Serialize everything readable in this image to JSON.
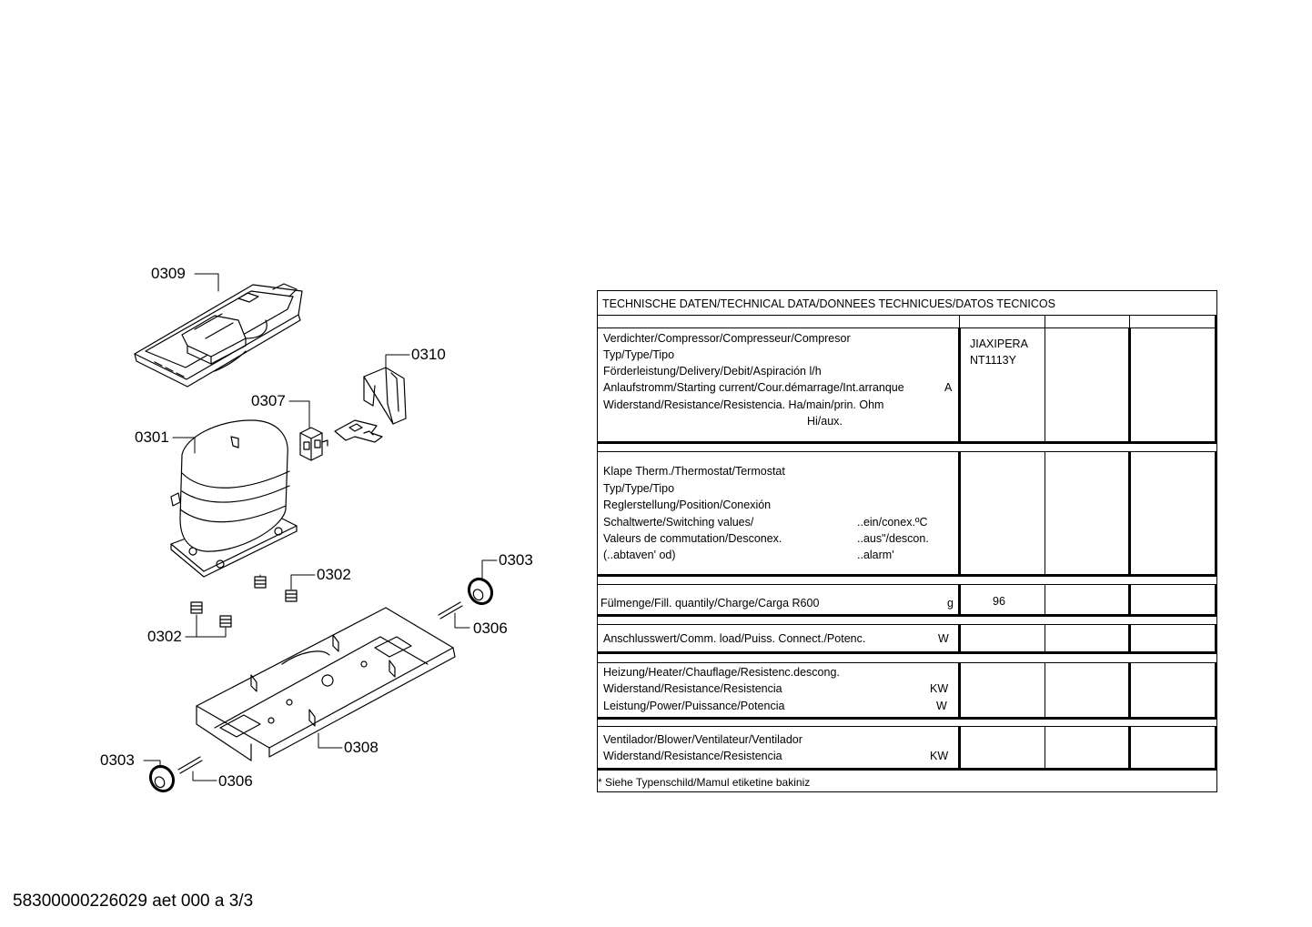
{
  "callouts": {
    "c0309": "0309",
    "c0310": "0310",
    "c0307": "0307",
    "c0301": "0301",
    "c0302a": "0302",
    "c0302b": "0302",
    "c0303a": "0303",
    "c0303b": "0303",
    "c0306a": "0306",
    "c0306b": "0306",
    "c0308": "0308"
  },
  "table": {
    "title": "TECHNISCHE DATEN/TECHNICAL DATA/DONNEES TECHNICUES/DATOS TECNICOS",
    "compressor": {
      "l1": "Verdichter/Compressor/Compresseur/Compresor",
      "l2": "Typ/Type/Tipo",
      "l3": "Förderleistung/Delivery/Debit/Aspiración l/h",
      "l4": "Anlaufstromm/Starting current/Cour.démarrage/Int.arranque",
      "l4_unit": "A",
      "l5": "Widerstand/Resistance/Resistencia. Ha/main/prin. Ohm",
      "l6": "Hi/aux.",
      "v1": "JIAXIPERA",
      "v2": "NT1113Y"
    },
    "thermostat": {
      "l1": "Klape Therm./Thermostat/Termostat",
      "l2": "Typ/Type/Tipo",
      "l3": "Reglerstellung/Position/Conexión",
      "l4": "Schaltwerte/Switching values/",
      "l4r": "..ein/conex.ºC",
      "l5": "Valeurs de commutation/Desconex.",
      "l5r": "..aus\"/descon.",
      "l6": "(..abtaven' od)",
      "l6r": "..alarm'"
    },
    "charge": {
      "label": "Fülmenge/Fill. quantily/Charge/Carga   R600",
      "unit": "g",
      "value": "96"
    },
    "load": {
      "label": "Anschlusswert/Comm. load/Puiss. Connect./Potenc.",
      "unit": "W"
    },
    "heater": {
      "l1": "Heizung/Heater/Chauflage/Resistenc.descong.",
      "l2": "Widerstand/Resistance/Resistencia",
      "l2u": "KW",
      "l3": "Leistung/Power/Puissance/Potencia",
      "l3u": "W"
    },
    "blower": {
      "l1": "Ventilador/Blower/Ventilateur/Ventilador",
      "l2": "Widerstand/Resistance/Resistencia",
      "l2u": "KW"
    },
    "footnote": "* Siehe Typenschild/Mamul etiketine bakiniz"
  },
  "footer": "58300000226029 aet 000 a 3/3"
}
